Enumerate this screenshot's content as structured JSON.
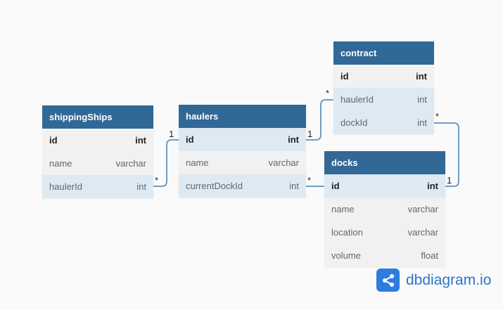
{
  "tables": {
    "shippingShips": {
      "name": "shippingShips",
      "columns": [
        {
          "name": "id",
          "type": "int"
        },
        {
          "name": "name",
          "type": "varchar"
        },
        {
          "name": "haulerId",
          "type": "int"
        }
      ]
    },
    "haulers": {
      "name": "haulers",
      "columns": [
        {
          "name": "id",
          "type": "int"
        },
        {
          "name": "name",
          "type": "varchar"
        },
        {
          "name": "currentDockId",
          "type": "int"
        }
      ]
    },
    "contract": {
      "name": "contract",
      "columns": [
        {
          "name": "id",
          "type": "int"
        },
        {
          "name": "haulerId",
          "type": "int"
        },
        {
          "name": "dockId",
          "type": "int"
        }
      ]
    },
    "docks": {
      "name": "docks",
      "columns": [
        {
          "name": "id",
          "type": "int"
        },
        {
          "name": "name",
          "type": "varchar"
        },
        {
          "name": "location",
          "type": "varchar"
        },
        {
          "name": "volume",
          "type": "float"
        }
      ]
    }
  },
  "relations": [
    {
      "from": "shippingShips.haulerId",
      "to": "haulers.id",
      "from_card": "*",
      "to_card": "1"
    },
    {
      "from": "contract.haulerId",
      "to": "haulers.id",
      "from_card": "*",
      "to_card": "1"
    },
    {
      "from": "haulers.currentDockId",
      "to": "docks.id",
      "from_card": "*",
      "to_card": ""
    },
    {
      "from": "contract.dockId",
      "to": "docks.id",
      "from_card": "*",
      "to_card": "1"
    }
  ],
  "colors": {
    "header": "#316896",
    "relation": "#6f9dc4",
    "brand": "#2f7ce0"
  },
  "brand": {
    "text": "dbdiagram.io",
    "icon": "share-nodes-icon"
  }
}
